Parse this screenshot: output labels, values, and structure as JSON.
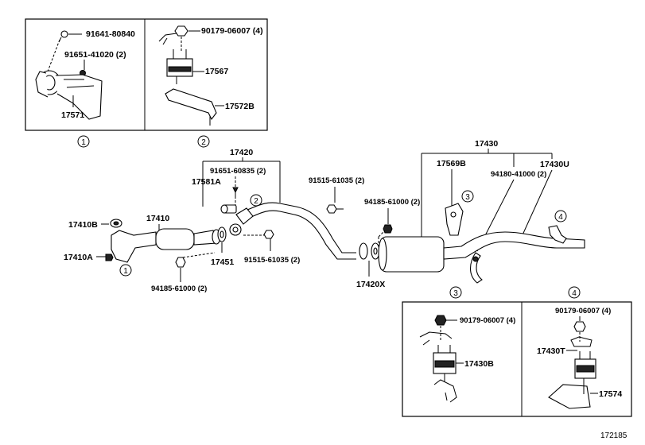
{
  "diagram_id": "172185",
  "detail_boxes": {
    "box1": {
      "marker": "1",
      "labels": {
        "bolt": "91641-80840",
        "screw": "91651-41020 (2)",
        "bracket": "17571"
      }
    },
    "box2": {
      "marker": "2",
      "labels": {
        "nut": "90179-06007 (4)",
        "mount": "17567",
        "bracket": "17572B"
      }
    },
    "box3": {
      "marker": "3",
      "labels": {
        "nut": "90179-06007 (4)",
        "mount": "17430B"
      }
    },
    "box4": {
      "marker": "4",
      "labels": {
        "nut": "90179-06007 (4)",
        "mount": "17430T",
        "bracket": "17574"
      }
    }
  },
  "main": {
    "labels": {
      "pipe_assy_front": "17420",
      "screw_front": "91651-60835 (2)",
      "bracket_581a": "17581A",
      "gasket_410b": "17410B",
      "pipe_410": "17410",
      "ring_410a": "17410A",
      "gasket_451": "17451",
      "nut_front": "94185-61000 (2)",
      "bolt_mid": "91515-61035 (2)",
      "bolt_upper": "91515-61035 (2)",
      "nut_mid": "94185-61000 (2)",
      "gasket_420x": "17420X",
      "tail_assy": "17430",
      "bracket_569b": "17569B",
      "nut_tail": "94180-41000 (2)",
      "hanger_430u": "17430U"
    },
    "callouts": [
      "1",
      "2",
      "3",
      "4"
    ]
  }
}
